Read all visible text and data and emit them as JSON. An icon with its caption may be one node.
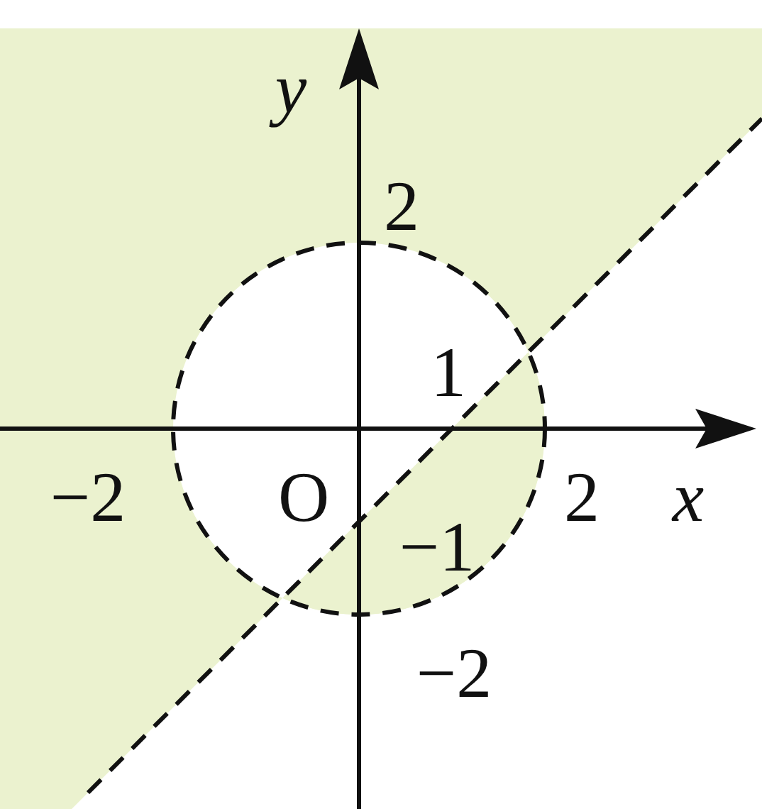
{
  "diagram": {
    "labels": [
      "y",
      "2",
      "1",
      "−2",
      "O",
      "2",
      "x",
      "−1",
      "−2"
    ]
  }
}
